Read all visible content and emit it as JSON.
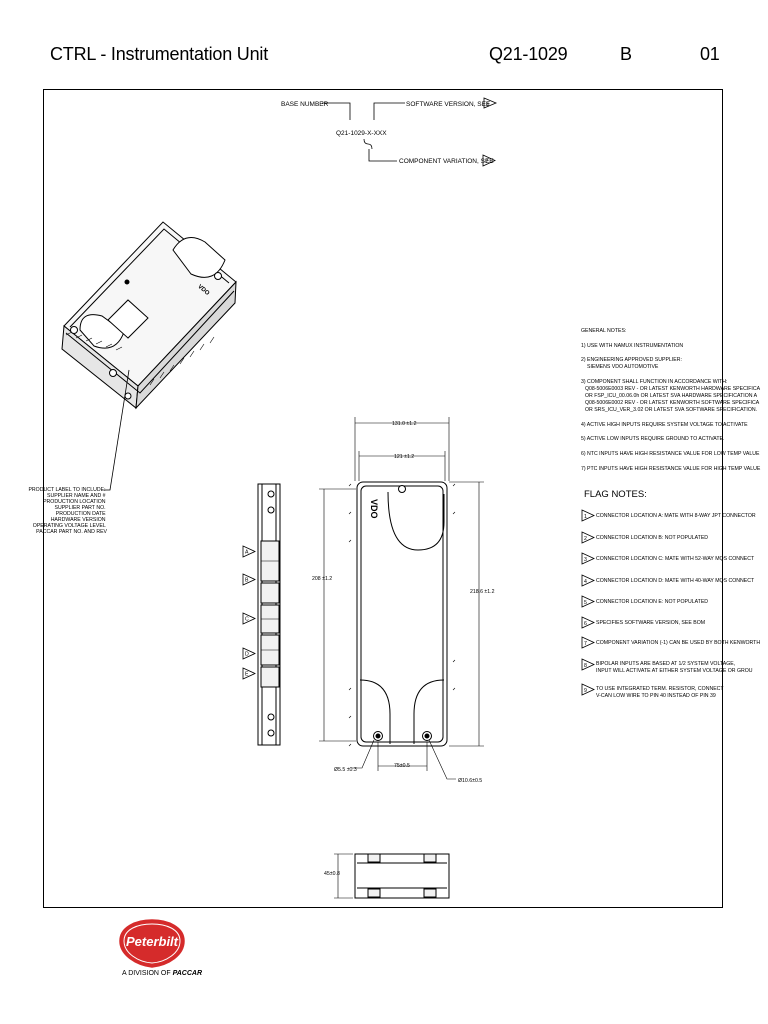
{
  "header": {
    "title": "CTRL - Instrumentation Unit",
    "part_number": "Q21-1029",
    "revision": "B",
    "sheet": "01"
  },
  "callouts": {
    "base_number": "BASE NUMBER",
    "software_version": "SOFTWARE VERSION, SEE",
    "part_code": "Q21-1029-X-XXX",
    "component_variation": "COMPONENT VARIATION, SEE",
    "flag_software": "6",
    "flag_variation": "7"
  },
  "label_note": [
    "PRODUCT LABEL TO INCLUDE:",
    "SUPPLIER NAME AND #",
    "PRODUCTION LOCATION",
    "SUPPLIER PART NO.",
    "PRODUCTION DATE",
    "HARDWARE VERSION",
    "OPERATING VOLTAGE LEVEL",
    "PACCAR PART NO. AND REV"
  ],
  "general_notes": {
    "title": "GENERAL NOTES:",
    "items": [
      [
        "1) USE WITH NAMUX INSTRUMENTATION"
      ],
      [
        "2) ENGINEERING APPROVED SUPPLIER:",
        "SIEMENS VDO AUTOMOTIVE"
      ],
      [
        "3) COMPONENT SHALL FUNCTION IN ACCORDANCE WITH:",
        "Q08-5006E0003 REV - OR LATEST KENWORTH HARDWARE SPECIFICA",
        "OR FSP_ICU_00.06.0h OR LATEST SVA HARDWARE SPECIFICATION A",
        "Q08-5006E0002 REV - OR LATEST KENWORTH SOFTWARE SPECIFICA",
        "OR SRS_ICU_VER_3.02 OR LATEST SVA SOFTWARE SPECIFICATION."
      ],
      [
        "4) ACTIVE HIGH INPUTS REQUIRE SYSTEM VOLTAGE TO ACTIVATE"
      ],
      [
        "5) ACTIVE LOW INPUTS REQUIRE GROUND TO ACTIVATE."
      ],
      [
        "6) NTC INPUTS HAVE HIGH RESISTANCE VALUE FOR LOW TEMP VALUE"
      ],
      [
        "7) PTC INPUTS HAVE HIGH RESISTANCE VALUE FOR HIGH TEMP VALUE"
      ]
    ]
  },
  "flag_notes": {
    "title": "FLAG NOTES:",
    "items": [
      {
        "num": "1",
        "text": [
          "CONNECTOR LOCATION A: MATE WITH 8-WAY JPT CONNECTOR"
        ]
      },
      {
        "num": "2",
        "text": [
          "CONNECTOR LOCATION B: NOT POPULATED"
        ]
      },
      {
        "num": "3",
        "text": [
          "CONNECTOR LOCATION C: MATE WITH 52-WAY MQS CONNECT"
        ]
      },
      {
        "num": "4",
        "text": [
          "CONNECTOR LOCATION D: MATE WITH 40-WAY MQS CONNECT"
        ]
      },
      {
        "num": "5",
        "text": [
          "CONNECTOR LOCATION E: NOT POPULATED"
        ]
      },
      {
        "num": "6",
        "text": [
          "SPECIFIES SOFTWARE VERSION, SEE BOM"
        ]
      },
      {
        "num": "7",
        "text": [
          "COMPONENT VARIATION (-1) CAN BE USED BY BOTH KENWORTH"
        ]
      },
      {
        "num": "8",
        "text": [
          "BIPOLAR INPUTS ARE BASED AT 1/2 SYSTEM VOLTAGE,",
          "INPUT WILL ACTIVATE AT EITHER SYSTEM VOLTAGE OR GROU"
        ]
      },
      {
        "num": "9",
        "text": [
          "TO USE INTEGRATED TERM. RESISTOR, CONNECT",
          "V-CAN LOW WIRE TO PIN 40 INSTEAD OF PIN 39"
        ]
      }
    ]
  },
  "side_flags": [
    "A",
    "B",
    "C",
    "D",
    "E"
  ],
  "dimensions": {
    "overall_width": "131.0 ±1.2",
    "inner_width": "121 ±1.2",
    "inner_height": "208 ±1.2",
    "overall_height": "218.6 ±1.2",
    "hole_dia_left": "Ø5.5 ±0.3",
    "hole_spacing": "75±0.5",
    "hole_dia_right": "Ø10.6±0.5",
    "thickness": "45±0.8"
  },
  "brand_mark": "VDO",
  "logo": {
    "brand": "Peterbilt",
    "division_prefix": "A DIVISION OF",
    "division_name": "PACCAR",
    "colors": {
      "red": "#d52b2b",
      "white": "#ffffff"
    }
  }
}
